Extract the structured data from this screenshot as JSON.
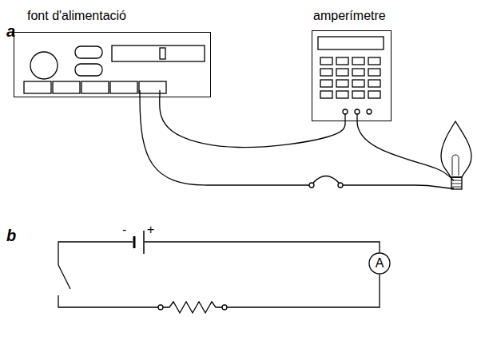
{
  "diagram": {
    "nodes": [
      {
        "text": [
          "font d'alimentació"
        ]
      },
      {
        "text": [
          "amperímetre"
        ]
      },
      {
        "text": [
          "A"
        ]
      }
    ],
    "edges": [
      {
        "from": 0,
        "to": 1,
        "arrow": "none"
      }
    ],
    "labels": [
      "a",
      "b",
      "-",
      "+"
    ]
  }
}
